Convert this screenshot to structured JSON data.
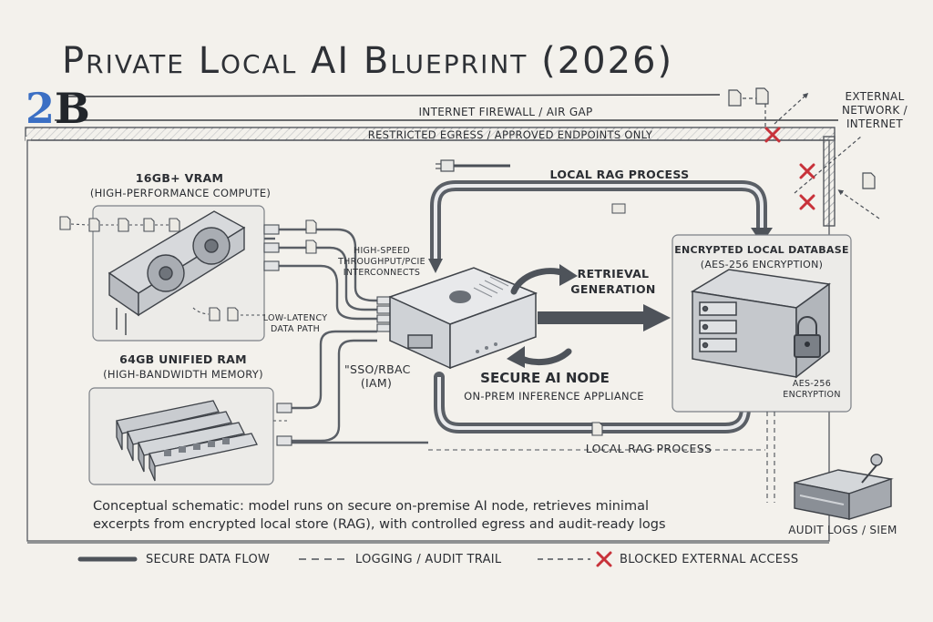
{
  "title": "Private Local AI Blueprint (2026)",
  "logo": {
    "part1": "2",
    "part2": "B"
  },
  "top_bars": {
    "firewall": "INTERNET FIREWALL / AIR GAP",
    "egress": "RESTRICTED EGRESS / APPROVED ENDPOINTS ONLY"
  },
  "external": {
    "line1": "EXTERNAL",
    "line2": "NETWORK /",
    "line3": "INTERNET"
  },
  "gpu": {
    "heading": "16GB+ VRAM",
    "sub": "(HIGH-PERFORMANCE COMPUTE)"
  },
  "ram": {
    "heading": "64GB UNIFIED RAM",
    "sub": "(HIGH-BANDWIDTH MEMORY)"
  },
  "interconnect": {
    "line1": "HIGH-SPEED",
    "line2": "THROUGHPUT/PCIE",
    "line3": "INTERCONNECTS"
  },
  "latency": {
    "line1": "LOW-LATENCY",
    "line2": "DATA PATH"
  },
  "iam": {
    "line1": "\"SSO/RBAC",
    "line2": "(IAM)"
  },
  "node": {
    "title": "SECURE AI NODE",
    "sub": "ON-PREM INFERENCE APPLIANCE"
  },
  "rag_top": "LOCAL RAG PROCESS",
  "rag_bottom": "LOCAL RAG PROCESS",
  "retrieval": {
    "line1": "RETRIEVAL",
    "line2": "GENERATION"
  },
  "db": {
    "title": "ENCRYPTED LOCAL DATABASE",
    "sub": "(AES-256 ENCRYPTION)",
    "note1": "AES-256",
    "note2": "ENCRYPTION"
  },
  "audit": "AUDIT LOGS / SIEM",
  "caption": {
    "line1": "Conceptual schematic: model runs on secure on-premise AI node, retrieves minimal",
    "line2": "excerpts from encrypted local store (RAG), with controlled egress and audit-ready logs"
  },
  "legend": {
    "flow": "SECURE DATA FLOW",
    "logging": "LOGGING / AUDIT TRAIL",
    "blocked": "BLOCKED EXTERNAL ACCESS"
  },
  "colors": {
    "ink": "#2b2e33",
    "accent": "#3b6fc4",
    "blocked": "#c8323a",
    "panel": "#e4e5e6"
  }
}
